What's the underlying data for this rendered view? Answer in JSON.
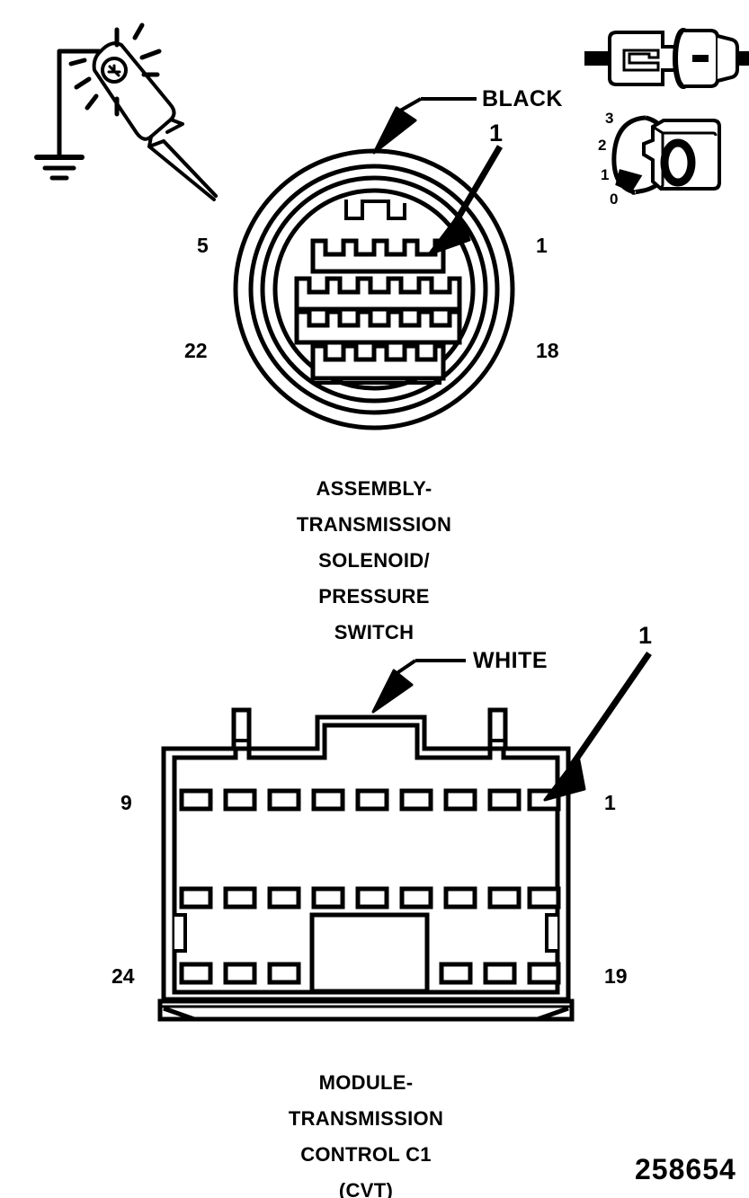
{
  "figure": {
    "number": "258654"
  },
  "icons": {
    "test_light": "test-light-probe-icon",
    "ground": "ground-symbol-icon",
    "connector_pair": "connector-pair-icon",
    "key_switch": "ignition-key-switch-icon"
  },
  "key_switch": {
    "positions": [
      "3",
      "2",
      "1",
      "0"
    ],
    "selected": "0",
    "dial_label": "0"
  },
  "connectors": [
    {
      "id": "assembly-transmission-solenoid-pressure-switch",
      "shape": "round",
      "color_label": "BLACK",
      "pin_one_label": "1",
      "corner_labels": {
        "top_left": "5",
        "top_right": "1",
        "bottom_left": "22",
        "bottom_right": "18"
      },
      "caption_lines": [
        "ASSEMBLY-",
        "TRANSMISSION",
        "SOLENOID/",
        "PRESSURE",
        "SWITCH"
      ],
      "pin_rows": [
        {
          "notches": 5
        },
        {
          "notches": 6
        },
        {
          "notches": 6
        },
        {
          "notches": 5
        }
      ]
    },
    {
      "id": "module-transmission-control-c1-cvt",
      "shape": "rectangular",
      "color_label": "WHITE",
      "pin_one_label": "1",
      "corner_labels": {
        "top_left": "9",
        "top_right": "1",
        "bottom_left": "24",
        "bottom_right": "19"
      },
      "caption_lines": [
        "MODULE-",
        "TRANSMISSION",
        "CONTROL C1",
        "(CVT)"
      ],
      "pin_rows": [
        {
          "count": 9,
          "layout": "full"
        },
        {
          "count": 9,
          "layout": "full"
        },
        {
          "count": 6,
          "layout": "split-3-block-3"
        }
      ]
    }
  ],
  "colors": {
    "line": "#000000",
    "background": "#ffffff"
  }
}
